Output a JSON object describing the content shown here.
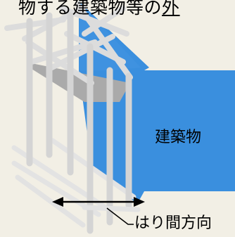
{
  "caption": {
    "text": "物する建築物等の",
    "underlined": "外"
  },
  "labels": {
    "building": "建築物",
    "direction": "はり間方向"
  },
  "colors": {
    "background": "#f2efe5",
    "building_blue": "#3a8fde",
    "scaffold_pipe": "#d7d7d7",
    "platform_gray": "#a9a9a9",
    "arrow": "#000000"
  }
}
